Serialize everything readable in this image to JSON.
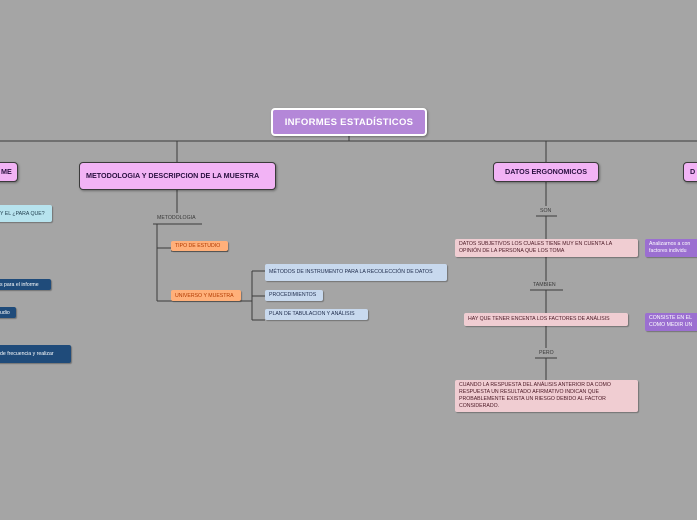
{
  "root": {
    "title": "INFORMES ESTADÍSTICOS"
  },
  "main_topics": {
    "left_edge": "ME",
    "metodologia": "METODOLOGIA Y DESCRIPCION DE LA MUESTRA",
    "datos_ergonomicos": "DATOS ERGONOMICOS",
    "right_edge": "D"
  },
  "metodologia_branch": {
    "label": "METODOLOGÍA",
    "tipo_estudio": "TIPO DE ESTUDIO",
    "universo": "UNIVERSO Y MUESTRA",
    "metodos": "MÉTODOS DE INSTRUMENTO PARA LA RECOLECCIÓN DE DATOS",
    "procedimientos": "PROCEDIMIENTOS",
    "plan": "PLAN DE TABULACION Y ANÁLISIS"
  },
  "ergo_branch": {
    "son": "SON",
    "datos_subjetivos": "DATOS SUBJETIVOS LOS CUALES TIENE MUY EN CUENTA LA OPINIÓN DE LA PERSONA QUE LOS TOMA",
    "tambien": "TAMBIEN",
    "factores": "HAY QUE TENER ENCENTA LOS FACTORES DE ANÁLISIS",
    "pero": "PERO",
    "cuando": "CUANDO LA RESPUESTA DEL ANÁLISIS ANTERIOR DA COMO RESPUESTA UN RESULTADO AFIRMATIVO INDICAN QUE PROBABLEMENTE EXISTA UN RIESGO DEBIDO AL FACTOR CONSIDERADO."
  },
  "left_fragments": {
    "para_que": "Y EL ¿PARA QUE?",
    "informe": "s para el informe",
    "udio": "udio",
    "frecuencia": "de frecuencia y realizar"
  },
  "right_fragments": {
    "analizarnos": "Analizarnos a con factores individu",
    "consiste": "CONSISTE EN EL COMO MEDIR UN"
  }
}
